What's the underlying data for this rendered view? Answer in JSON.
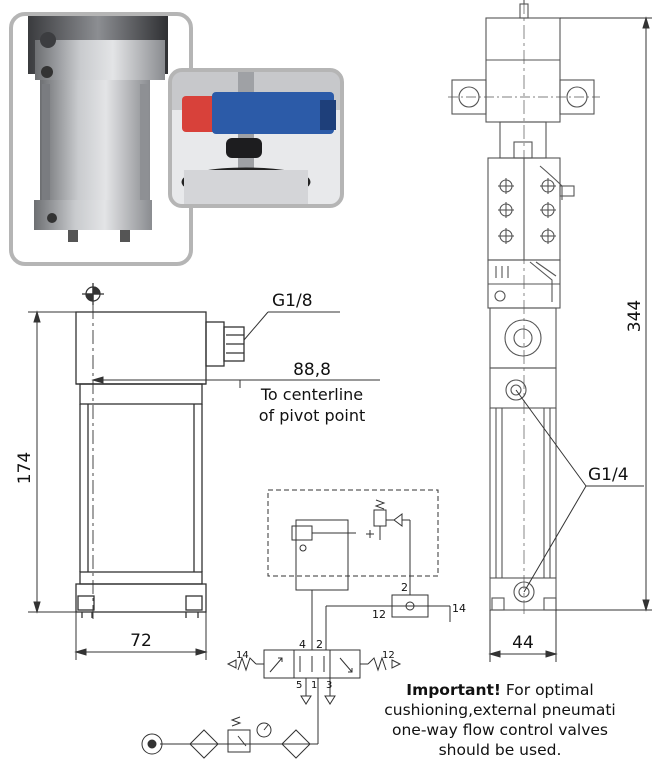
{
  "dimensions": {
    "height_174": "174",
    "width_72": "72",
    "depth_88_8": "88,8",
    "centerline_line1": "To centerline",
    "centerline_line2": "of pivot point",
    "height_344": "344",
    "width_44": "44"
  },
  "ports": {
    "g18": "G1/8",
    "g14": "G1/4"
  },
  "schematic": {
    "port_2_upper": "2",
    "port_12_upper": "12",
    "port_14_upper": "14",
    "port_4": "4",
    "port_2_lower": "2",
    "port_14_lower": "14",
    "port_12_lower": "12",
    "port_5": "5",
    "port_1": "1",
    "port_3": "3"
  },
  "note": {
    "bold": "Important!",
    "line1_rest": " For optimal",
    "line2": "cushioning,external pneumati",
    "line3": "one-way flow control valves",
    "line4": "should be used."
  },
  "colors": {
    "line": "#333333",
    "photo_border": "#b5b5b5",
    "cylinder_gray": "#a7a9ac",
    "clamp_red": "#d8413a",
    "clamp_blue": "#2c5ba8"
  }
}
